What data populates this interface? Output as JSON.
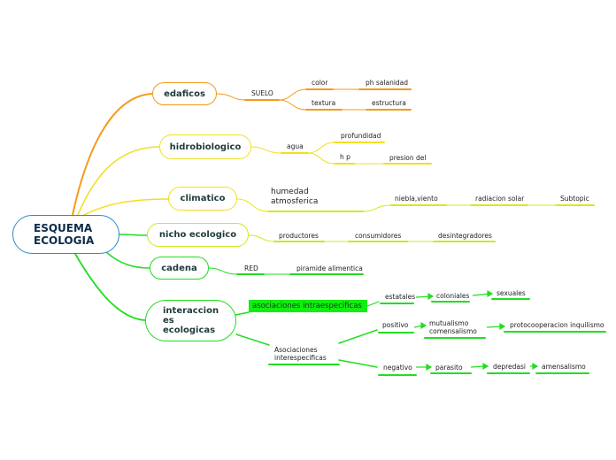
{
  "root": {
    "line1": "ESQUEMA",
    "line2": "ECOLOGIA"
  },
  "branches": {
    "edaficos": "edaficos",
    "hidrobiologico": "hidrobiologico",
    "climatico": "climatico",
    "nicho": "nicho ecologico",
    "cadena": "cadena",
    "interacciones": {
      "line1": "interaccion",
      "line2": "es",
      "line3": "ecologicas"
    }
  },
  "edaficos": {
    "suelo": "SUELO",
    "color": "color",
    "ph": "ph salanidad",
    "textura": "textura",
    "estructura": "estructura"
  },
  "hidro": {
    "agua": "agua",
    "profundidad": "profundidad",
    "hp": "h p",
    "presion": "presion del"
  },
  "clima": {
    "humedad1": "humedad",
    "humedad2": "atmosferica",
    "niebla": "niebla,viento",
    "radiacion": "radiacion solar",
    "subtopic": "Subtopic"
  },
  "nicho": {
    "productores": "productores",
    "consumidores": "consumidores",
    "desintegradores": "desintegradores"
  },
  "cadena": {
    "red": "RED",
    "piramide": "piramide alimentica"
  },
  "interacciones": {
    "intra": "asociaciones intraespecificas",
    "estatales": "estatales",
    "coloniales": "coloniales",
    "sexuales": "sexuales",
    "inter1": "Asociaciones",
    "inter2": "interespecificas",
    "positivo": "positivo",
    "mutualismo1": "mutualismo",
    "mutualismo2": "comensalismo",
    "protocooperacion": "protocooperacion inquilismo",
    "negativo": "negativo",
    "parasito": "parasito",
    "depredasi": "depredasi",
    "amensalismo": "amensalismo"
  },
  "colors": {
    "orange": "#f59a1a",
    "yellow": "#f0e020",
    "yellowgreen": "#cce820",
    "green": "#22dd22",
    "root_border": "#2e8bc9"
  }
}
